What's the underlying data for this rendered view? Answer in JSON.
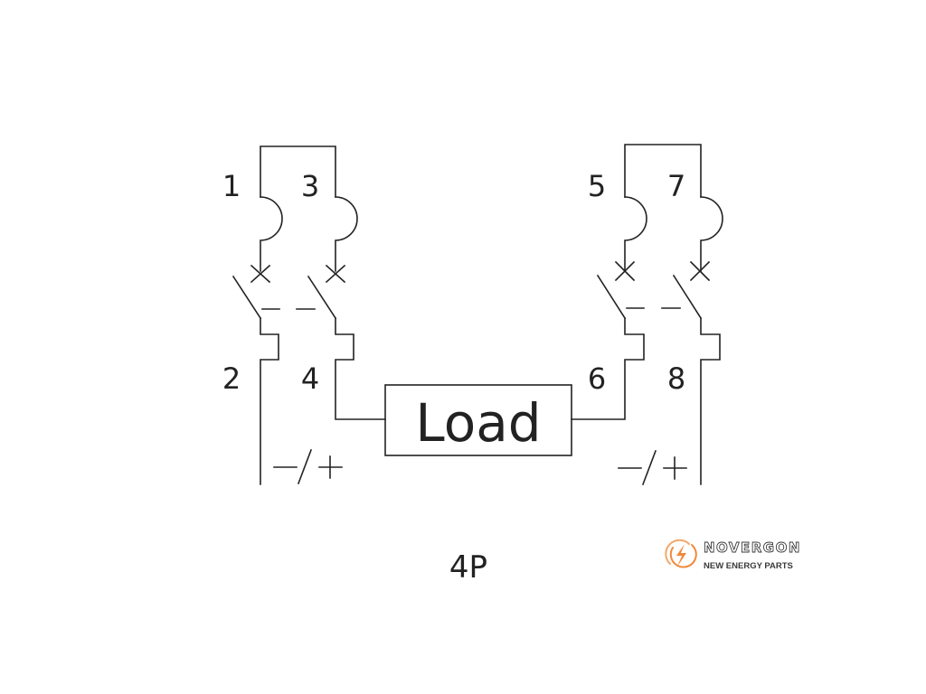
{
  "diagram": {
    "terminals": {
      "t1": "1",
      "t2": "2",
      "t3": "3",
      "t4": "4",
      "t5": "5",
      "t6": "6",
      "t7": "7",
      "t8": "8"
    },
    "load_label": "Load",
    "polarity_left": "—/+",
    "polarity_right": "—/+",
    "pole_label": "4P"
  },
  "brand": {
    "name": "NOVERGON",
    "tagline": "NEW ENERGY PARTS",
    "logo_color": "#f08a3c",
    "text_color": "#3a3a3a"
  },
  "colors": {
    "line": "#222222",
    "background": "#ffffff"
  }
}
